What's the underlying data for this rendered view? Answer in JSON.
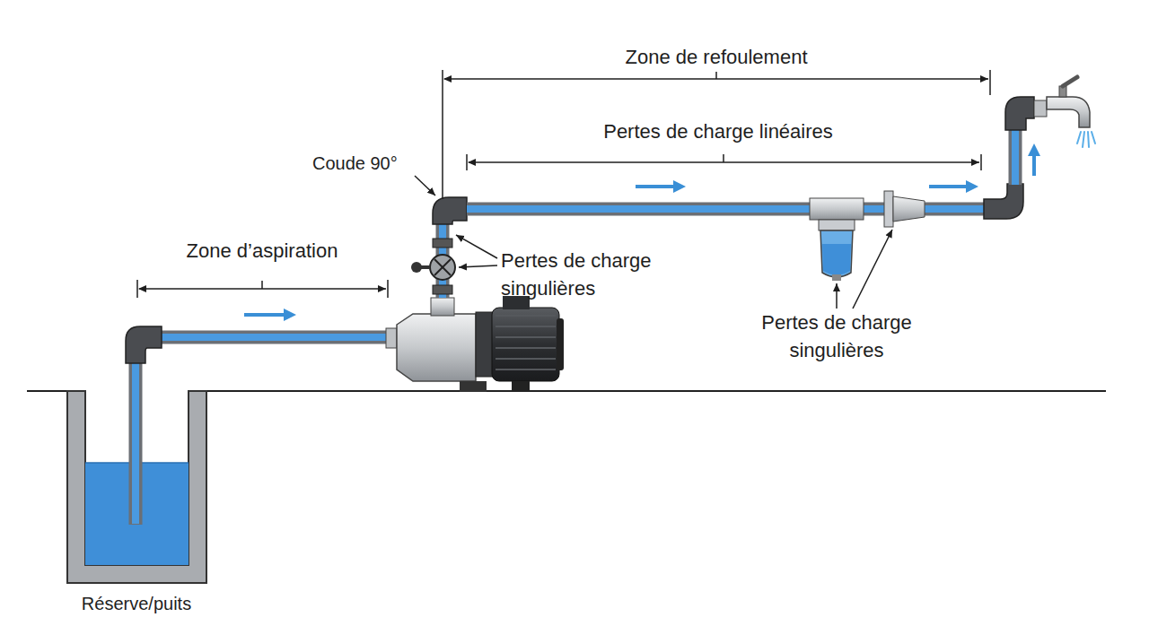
{
  "diagram": {
    "labels": [
      "Zone de refoulement",
      "Pertes de charge linéaires",
      "Coude 90°",
      "Zone d’aspiration",
      "Pertes de charge singulières",
      "Pertes de charge singulières",
      "Réserve/puits"
    ]
  }
}
